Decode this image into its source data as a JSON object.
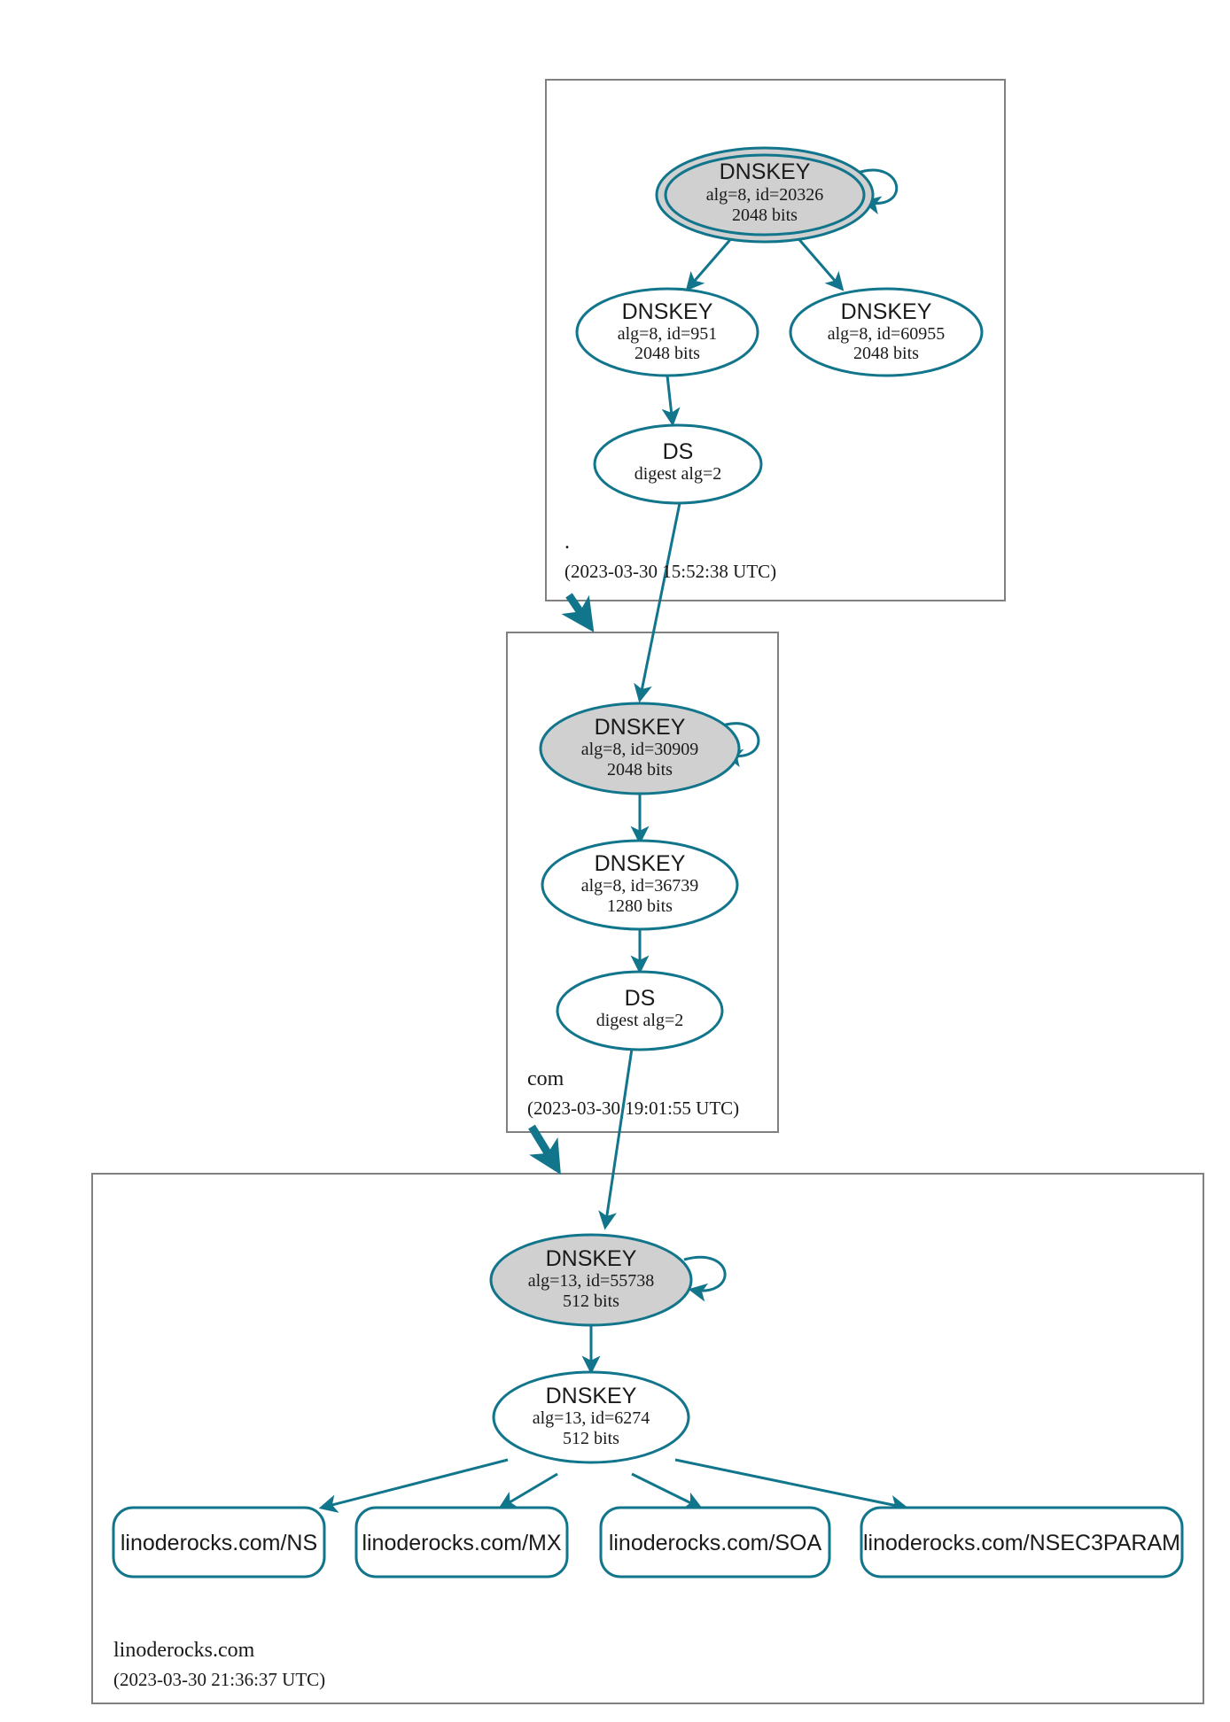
{
  "diagram": {
    "title": "DNSSEC Authentication Chain",
    "colors": {
      "edge": "#11758c",
      "node_stroke": "#11758c",
      "secure_key_fill": "#d0d0d0",
      "plain_fill": "#ffffff",
      "zone_border": "#808080",
      "text": "#1a1a1a"
    }
  },
  "zones": [
    {
      "id": "root",
      "label": ".",
      "timestamp": "(2023-03-30 15:52:38 UTC)",
      "nodes": [
        {
          "id": "root-ksk-20326",
          "type": "DNSKEY",
          "title": "DNSKEY",
          "line2": "alg=8, id=20326",
          "line3": "2048 bits",
          "trust_anchor": true,
          "shaded": true,
          "self_signed": true
        },
        {
          "id": "root-zsk-951",
          "type": "DNSKEY",
          "title": "DNSKEY",
          "line2": "alg=8, id=951",
          "line3": "2048 bits",
          "trust_anchor": false,
          "shaded": false,
          "self_signed": false
        },
        {
          "id": "root-zsk-60955",
          "type": "DNSKEY",
          "title": "DNSKEY",
          "line2": "alg=8, id=60955",
          "line3": "2048 bits",
          "trust_anchor": false,
          "shaded": false,
          "self_signed": false
        },
        {
          "id": "root-ds-com",
          "type": "DS",
          "title": "DS",
          "line2": "digest alg=2",
          "line3": "",
          "trust_anchor": false,
          "shaded": false,
          "self_signed": false
        }
      ]
    },
    {
      "id": "com",
      "label": "com",
      "timestamp": "(2023-03-30 19:01:55 UTC)",
      "nodes": [
        {
          "id": "com-ksk-30909",
          "type": "DNSKEY",
          "title": "DNSKEY",
          "line2": "alg=8, id=30909",
          "line3": "2048 bits",
          "trust_anchor": false,
          "shaded": true,
          "self_signed": true
        },
        {
          "id": "com-zsk-36739",
          "type": "DNSKEY",
          "title": "DNSKEY",
          "line2": "alg=8, id=36739",
          "line3": "1280 bits",
          "trust_anchor": false,
          "shaded": false,
          "self_signed": false
        },
        {
          "id": "com-ds-linoderocks",
          "type": "DS",
          "title": "DS",
          "line2": "digest alg=2",
          "line3": "",
          "trust_anchor": false,
          "shaded": false,
          "self_signed": false
        }
      ]
    },
    {
      "id": "linoderocks",
      "label": "linoderocks.com",
      "timestamp": "(2023-03-30 21:36:37 UTC)",
      "nodes": [
        {
          "id": "lr-ksk-55738",
          "type": "DNSKEY",
          "title": "DNSKEY",
          "line2": "alg=13, id=55738",
          "line3": "512 bits",
          "trust_anchor": false,
          "shaded": true,
          "self_signed": true
        },
        {
          "id": "lr-zsk-6274",
          "type": "DNSKEY",
          "title": "DNSKEY",
          "line2": "alg=13, id=6274",
          "line3": "512 bits",
          "trust_anchor": false,
          "shaded": false,
          "self_signed": false
        }
      ],
      "rrsets": [
        {
          "id": "rr-ns",
          "label": "linoderocks.com/NS"
        },
        {
          "id": "rr-mx",
          "label": "linoderocks.com/MX"
        },
        {
          "id": "rr-soa",
          "label": "linoderocks.com/SOA"
        },
        {
          "id": "rr-nsec3param",
          "label": "linoderocks.com/NSEC3PARAM"
        }
      ]
    }
  ]
}
